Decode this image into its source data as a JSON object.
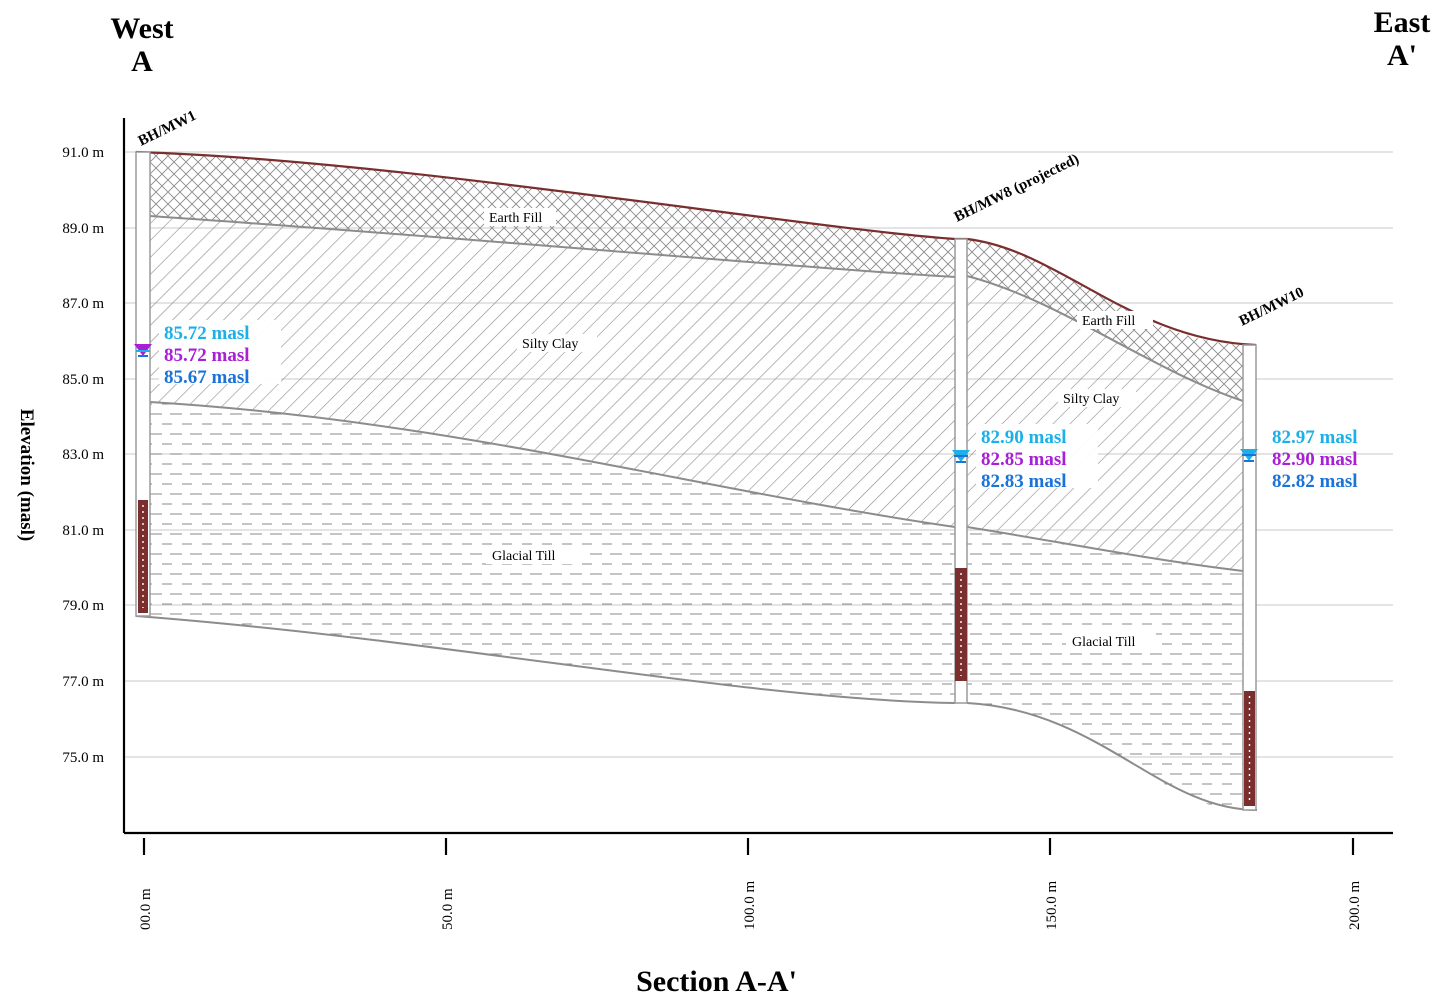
{
  "header": {
    "west": "West",
    "west_point": "A",
    "east": "East",
    "east_point": "A'"
  },
  "axes": {
    "x_title": "Section A-A'",
    "y_title": "Elevation (masl)",
    "y_ticks": [
      "91.0 m",
      "89.0 m",
      "87.0 m",
      "85.0 m",
      "83.0 m",
      "81.0 m",
      "79.0 m",
      "77.0 m",
      "75.0 m"
    ],
    "x_ticks": [
      "00.0 m",
      "50.0 m",
      "100.0 m",
      "150.0 m",
      "200.0 m"
    ]
  },
  "boreholes": [
    {
      "id": "BH/MW1",
      "chainage": 0,
      "ground": 91.0,
      "bottom": 78.7,
      "screen": [
        78.8,
        81.8
      ],
      "water_levels": [
        {
          "text": "85.72 masl",
          "color": "#1ab0e8"
        },
        {
          "text": "85.72 masl",
          "color": "#a81fd6"
        },
        {
          "text": "85.67 masl",
          "color": "#1a73d9"
        }
      ]
    },
    {
      "id": "BH/MW8 (projected)",
      "chainage": 135,
      "ground": 88.7,
      "bottom": 76.4,
      "screen": [
        77.0,
        80.0
      ],
      "water_levels": [
        {
          "text": "82.90 masl",
          "color": "#1ab0e8"
        },
        {
          "text": "82.85 masl",
          "color": "#a81fd6"
        },
        {
          "text": "82.83 masl",
          "color": "#1a73d9"
        }
      ]
    },
    {
      "id": "BH/MW10",
      "chainage": 183,
      "ground": 85.9,
      "bottom": 73.6,
      "screen": [
        73.7,
        76.7
      ],
      "water_levels": [
        {
          "text": "82.97 masl",
          "color": "#1ab0e8"
        },
        {
          "text": "82.90 masl",
          "color": "#a81fd6"
        },
        {
          "text": "82.82 masl",
          "color": "#1a73d9"
        }
      ]
    }
  ],
  "strata_labels": {
    "earth_fill_1": "Earth Fill",
    "silty_clay_1": "Silty Clay",
    "glacial_till_1": "Glacial Till",
    "earth_fill_2": "Earth Fill",
    "silty_clay_2": "Silty Clay",
    "glacial_till_2": "Glacial Till"
  },
  "colors": {
    "ground_line": "#7a2e2e",
    "screen": "#7a2e2e",
    "grid": "#d4d4d4",
    "strata_line": "#8c8c8c",
    "hatch": "#8a8a8a"
  }
}
